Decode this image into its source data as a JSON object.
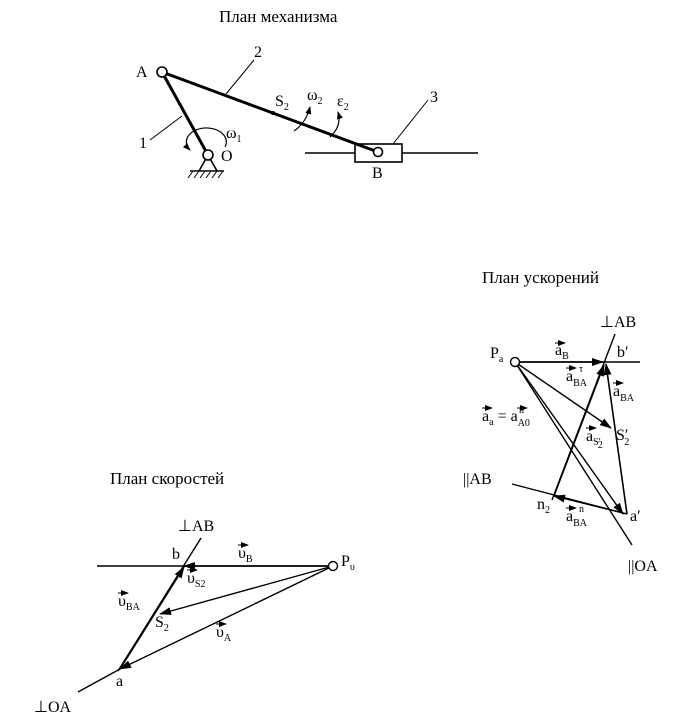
{
  "titles": {
    "mechanism": "План механизма",
    "velocity": "План скоростей",
    "acceleration": "План ускорений"
  },
  "mechanism": {
    "point_A": "A",
    "point_O": "O",
    "point_B": "B",
    "link_1": "1",
    "link_2": "2",
    "link_3": "3",
    "s2_main": "S",
    "s2_sub": "2",
    "omega1_main": "ω",
    "omega1_sub": "1",
    "omega2_main": "ω",
    "omega2_sub": "2",
    "eps2_main": "ε",
    "eps2_sub": "2"
  },
  "velocity_plan": {
    "perp_ab": "⊥AB",
    "perp_oa": "⊥OA",
    "pole_main": "P",
    "pole_sub": "υ",
    "point_b": "b",
    "point_a": "a",
    "s2_main": "S",
    "s2_sub": "2",
    "vb_main": "υ",
    "vb_sub": "B",
    "vs2_main": "υ",
    "vs2_sub": "S2",
    "vba_main": "υ",
    "vba_sub": "BA",
    "va_main": "υ",
    "va_sub": "A"
  },
  "acceleration_plan": {
    "perp_ab": "⊥AB",
    "par_ab": "||AB",
    "par_oa": "||OA",
    "pole_main": "P",
    "pole_sub": "a",
    "point_b": "b′",
    "point_a": "a′",
    "point_s2_main": "S",
    "point_s2_prime": "′",
    "point_s2_sub": "2",
    "n2_main": "n",
    "n2_sub": "2",
    "aB_main": "a",
    "aB_sub": "B",
    "aBAt_main": "a",
    "aBAt_sub": "BA",
    "aBAt_sup": "τ",
    "aBA_main": "a",
    "aBA_sub": "BA",
    "aS2_main": "a",
    "aS2_sub": "S′",
    "aS2_sub2": "2",
    "aa_main": "a",
    "aa_sub": "a",
    "aa_eq": "=",
    "aA0_main": "a",
    "aA0_sub": "A0",
    "aA0_sup": "n",
    "aBAn_main": "a",
    "aBAn_sub": "BA",
    "aBAn_sup": "n"
  }
}
